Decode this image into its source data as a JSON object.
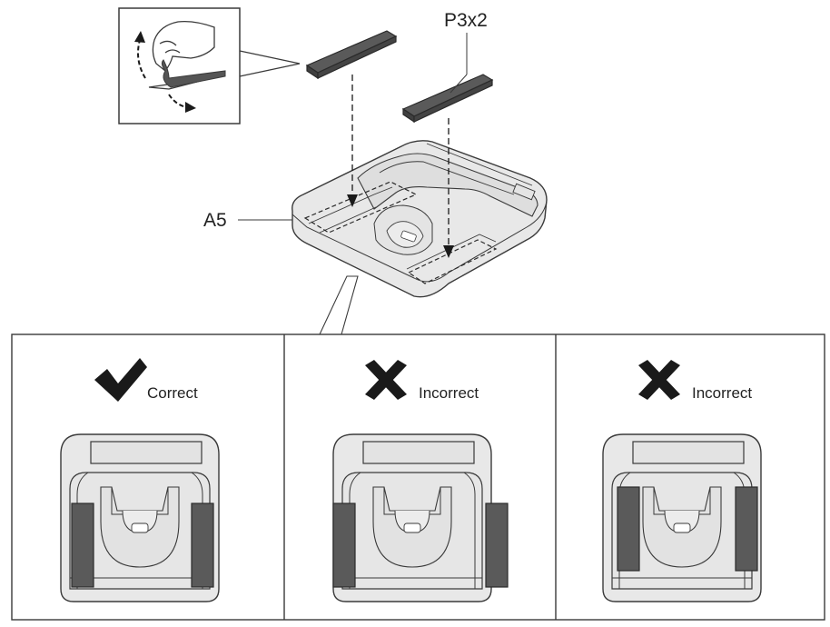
{
  "labels": {
    "part_tape": "P3x2",
    "part_base": "A5"
  },
  "panels": [
    {
      "status": "correct",
      "icon": "check-icon",
      "text": "Correct"
    },
    {
      "status": "incorrect",
      "icon": "x-icon",
      "text": "Incorrect"
    },
    {
      "status": "incorrect",
      "icon": "x-icon",
      "text": "Incorrect"
    }
  ],
  "colors": {
    "line": "#3a3a3a",
    "part_fill": "#e8e8e8",
    "pad_fill": "#5a5a5a",
    "pad_dark": "#3f3f3f",
    "icon": "#1a1a1a"
  }
}
